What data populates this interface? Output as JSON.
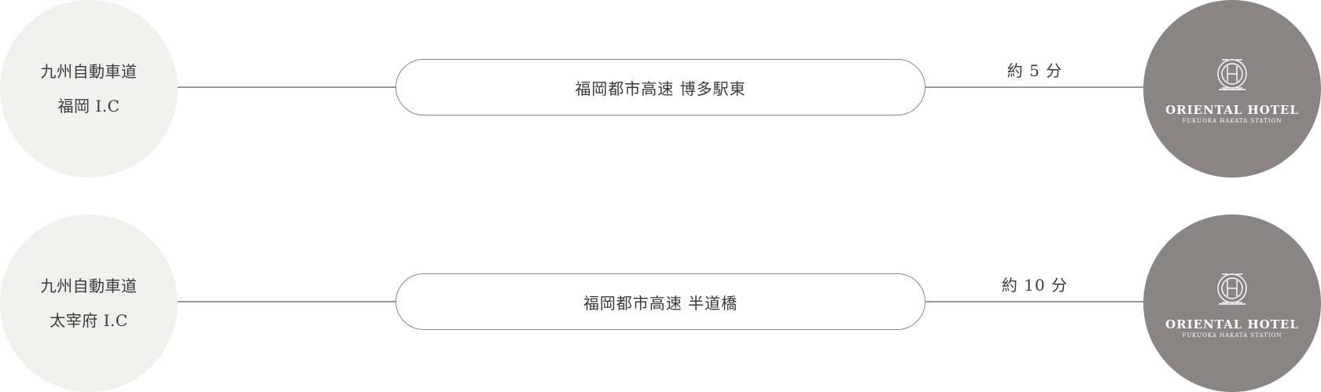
{
  "routes": [
    {
      "start": {
        "line1": "九州自動車道",
        "line2": "福岡 I.C"
      },
      "junction": "福岡都市高速 博多駅東",
      "time": "約 5 分",
      "destination": {
        "name": "ORIENTAL HOTEL",
        "sub": "FUKUOKA HAKATA STATION"
      }
    },
    {
      "start": {
        "line1": "九州自動車道",
        "line2": "太宰府 I.C"
      },
      "junction": "福岡都市高速 半道橋",
      "time": "約 10 分",
      "destination": {
        "name": "ORIENTAL HOTEL",
        "sub": "FUKUOKA HAKATA STATION"
      }
    }
  ],
  "colors": {
    "start_circle": "#f1f0ec",
    "hotel_circle": "#8a8583",
    "connector": "#999999",
    "text": "#3a3a3a"
  },
  "icons": {
    "hotel_logo": "oriental-hotel-emblem-icon"
  }
}
